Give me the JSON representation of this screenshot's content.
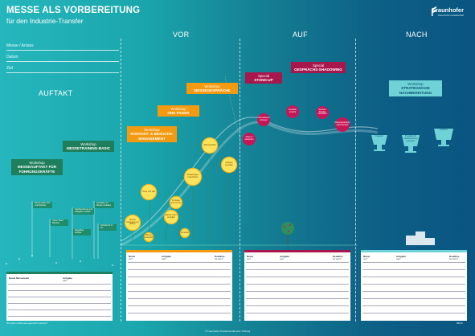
{
  "header": {
    "title": "MESSE ALS VORBEREITUNG",
    "subtitle": "für den Industrie-Transfer"
  },
  "brand": {
    "name": "Fraunhofer",
    "sub": "Fraunhofer-Gesellschaft"
  },
  "fields": {
    "messe": "Messe / Anlass",
    "datum": "Datum",
    "ziel": "Ziel"
  },
  "phases": {
    "auftakt": "AUFTAKT",
    "vor": "VOR",
    "auf": "AUF",
    "nach": "NACH"
  },
  "workshops": {
    "auftakt": {
      "kind": "Workshop",
      "name": "MESSEAUFTAKT FÜR FÜHRUNGSKRÄFTE"
    },
    "training": {
      "kind": "Workshop",
      "name": "MESSETRAINING-BASIC"
    },
    "kontakt": {
      "kind": "Workshop",
      "name": "KONTAKT- & BESUCHS-MANAGEMENT"
    },
    "onepager": {
      "kind": "Workshop",
      "name": "ONE PAGER"
    },
    "gespraeche": {
      "kind": "Workshop",
      "name": "MESSEGESPRÄCHE"
    },
    "standup": {
      "kind": "Special",
      "name": "STAND-UP"
    },
    "shadowing": {
      "kind": "Special",
      "name": "GESPRÄCHS-SHADOWING"
    },
    "strategisch": {
      "kind": "Workshop",
      "name": "STRATEGISCHE NACHBEREITUNG"
    }
  },
  "bubbles": [
    "Messe Management planen",
    "Team und Ziel",
    "Messe-Team erstellen",
    "Kontakte ansprechen",
    "Einladungen verschicken",
    "Messeauftritt",
    "Zeitplan erstellen",
    "Messe-Gespräch",
    "Kontakte"
  ],
  "apples": [
    "Ziele im Gespräch",
    "Informationen erfassen",
    "Kontakte erreicht",
    "Nächste Schritte vereinbart",
    "Messegespräche dokumentiert"
  ],
  "cups": [
    "Neue Informationen integriert",
    "Kontakte für Nachbereitung priorisiert",
    "Messeergebnisse evaluiert"
  ],
  "flags": [
    "Messe-Ziele Ziel- und Zeitplan",
    "Unser Team Briefing",
    "Nachbereitung und Aufgaben verteilt",
    "Kontakte zur Messe einladen",
    "Schritte für K. & I.",
    "Standbau-Aufbau"
  ],
  "panels": {
    "name": "Name",
    "aufgabe": "Aufgabe",
    "deadline": "Deadline",
    "name_sub": "wer?",
    "aufgabe_sub": "was?",
    "deadline_sub": "bis wann?",
    "auftakt_name": "Name Messeteam"
  },
  "footer": {
    "left": "Wo wann sollte was gemacht werden?",
    "center": "© Fraunhofer-Transfermodel und -Training",
    "right": "08/19"
  }
}
